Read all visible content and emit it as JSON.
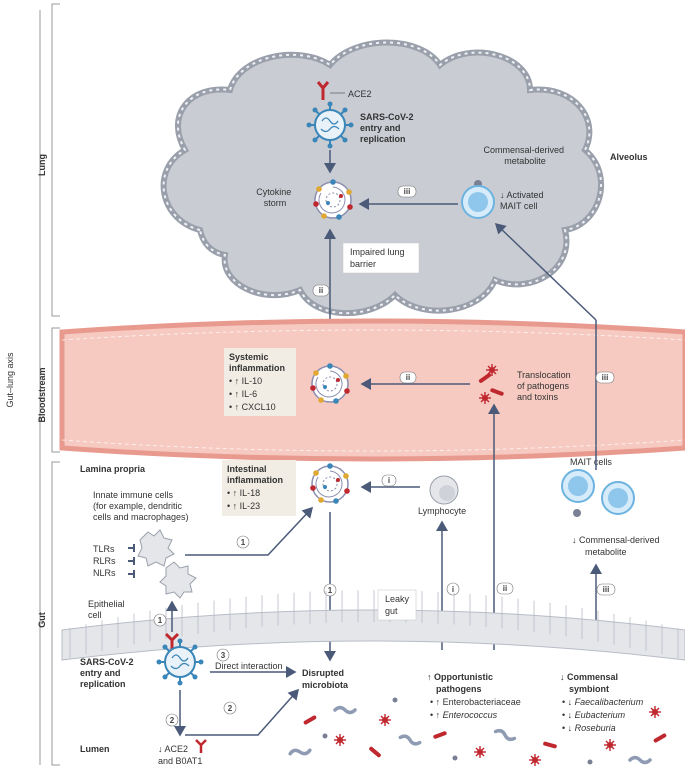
{
  "axis_label": "Gut–lung axis",
  "regions": {
    "lung": "Lung",
    "bloodstream": "Bloodstream",
    "gut": "Gut"
  },
  "lung": {
    "ace2": "ACE2",
    "entry_line1": "SARS-CoV-2",
    "entry_line2": "entry and",
    "entry_line3": "replication",
    "cytokine_line1": "Cytokine",
    "cytokine_line2": "storm",
    "commensal_line1": "Commensal-derived",
    "commensal_line2": "metabolite",
    "mait_line1": "↓ Activated",
    "mait_line2": "MAIT cell",
    "alveolus": "Alveolus",
    "impaired_line1": "Impaired lung",
    "impaired_line2": "barrier"
  },
  "bloodstream": {
    "systemic_line1": "Systemic",
    "systemic_line2": "inflammation",
    "items": [
      "• ↑ IL-10",
      "• ↑ IL-6",
      "• ↑ CXCL10"
    ],
    "translocation_line1": "Translocation",
    "translocation_line2": "of pathogens",
    "translocation_line3": "and toxins"
  },
  "gut": {
    "lamina_propria": "Lamina propria",
    "intestinal_line1": "Intestinal",
    "intestinal_line2": "inflammation",
    "intestinal_items": [
      "• ↑ IL-18",
      "• ↑ IL-23"
    ],
    "innate_line1": "Innate immune cells",
    "innate_line2": "(for example, dendritic",
    "innate_line3": "cells and macrophages)",
    "receptors": [
      "TLRs",
      "RLRs",
      "NLRs"
    ],
    "lymphocyte": "Lymphocyte",
    "mait_cells": "MAIT cells",
    "commensal_line1": "↓ Commensal-derived",
    "commensal_line2": "metabolite",
    "epithelial_line1": "Epithelial",
    "epithelial_line2": "cell",
    "leaky_line1": "Leaky",
    "leaky_line2": "gut",
    "entry_line1": "SARS-CoV-2",
    "entry_line2": "entry and",
    "entry_line3": "replication",
    "direct": "Direct interaction",
    "disrupted_line1": "Disrupted",
    "disrupted_line2": "microbiota",
    "opportunistic_line1": "↑ Opportunistic",
    "opportunistic_line2": "pathogens",
    "opportunistic_items": [
      "• ↑ Enterobacteriaceae",
      "• ↑ "
    ],
    "enterococcus": "Enterococcus",
    "symbiont_line1": "↓ Commensal",
    "symbiont_line2": "symbiont",
    "symbiont_items": [
      "• ↓ ",
      "• ↓ ",
      "• ↓ "
    ],
    "symbiont_genera": [
      "Faecalibacterium",
      "Eubacterium",
      "Roseburia"
    ],
    "lumen": "Lumen",
    "ace2_line1": "↓ ACE2",
    "ace2_line2": "and B0AT1"
  },
  "step_labels": {
    "one": "1",
    "two": "2",
    "three": "3",
    "i": "i",
    "ii": "ii",
    "iii": "iii"
  },
  "colors": {
    "lung_fill": "#c9ccd3",
    "lung_edge": "#9aa0ab",
    "blood_fill": "#f6c9c1",
    "blood_edge": "#e89a8e",
    "gut_cell": "#e4e6ea",
    "virus": "#3a86b8",
    "receptor": "#c0282f",
    "bacteria_red": "#c0282f",
    "bacteria_grey": "#8e9bb3",
    "mait_blue": "#6cb3e0",
    "arrow": "#4a5a78",
    "label_box": "#f1ede4"
  }
}
